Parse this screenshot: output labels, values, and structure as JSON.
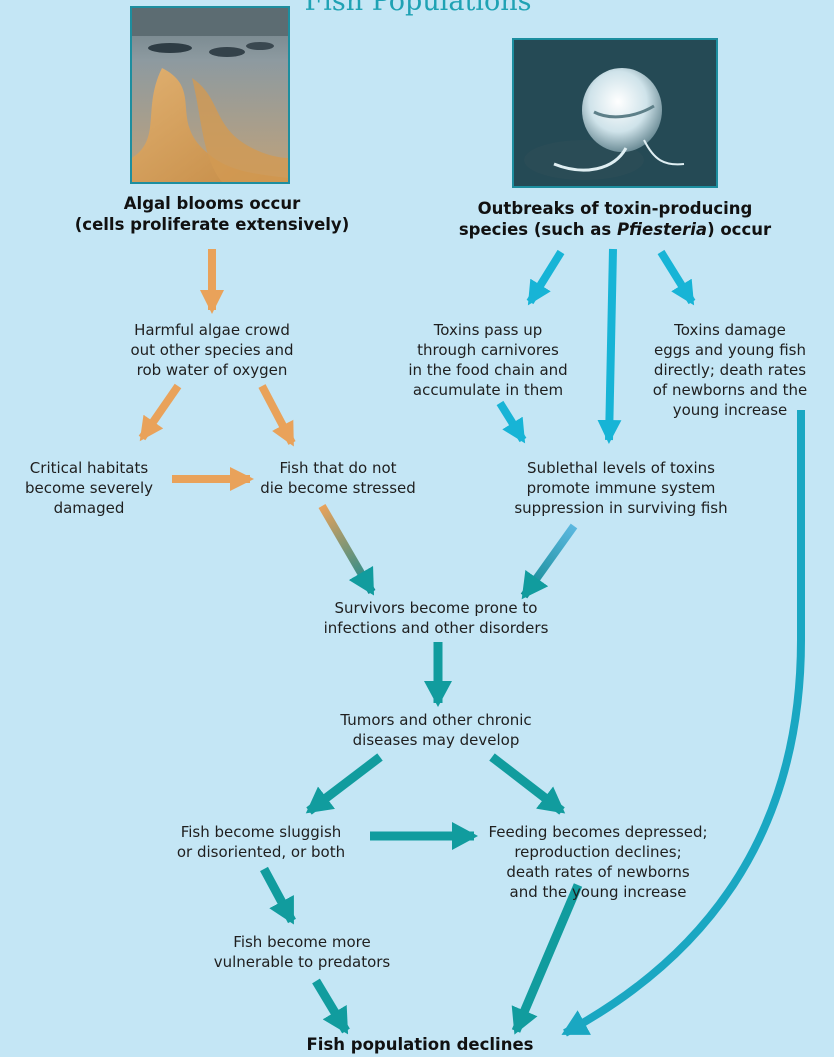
{
  "header": {
    "title": "Fish Populations"
  },
  "images": {
    "left": {
      "icon": "algal-bloom-photo"
    },
    "right": {
      "icon": "pfiesteria-microscope-photo"
    }
  },
  "nodes": {
    "algal_blooms": {
      "lines": [
        "Algal blooms occur",
        "(cells proliferate extensively)"
      ]
    },
    "toxin_outbreaks": {
      "line1": "Outbreaks of toxin-producing",
      "line2_pre": "species (such as ",
      "line2_italic": "Pfiesteria",
      "line2_post": ") occur"
    },
    "harmful_algae": {
      "lines": [
        "Harmful algae crowd",
        "out other species and",
        "rob water of oxygen"
      ]
    },
    "toxins_pass": {
      "lines": [
        "Toxins pass up",
        "through carnivores",
        "in the food chain and",
        "accumulate in them"
      ]
    },
    "toxins_damage": {
      "lines": [
        "Toxins damage",
        "eggs and young fish",
        "directly; death rates",
        "of newborns and the",
        "young increase"
      ]
    },
    "critical_habitats": {
      "lines": [
        "Critical habitats",
        "become severely",
        "damaged"
      ]
    },
    "fish_stressed": {
      "lines": [
        "Fish that do not",
        "die become stressed"
      ]
    },
    "sublethal": {
      "lines": [
        "Sublethal levels of toxins",
        "promote immune system",
        "suppression in surviving fish"
      ]
    },
    "survivors": {
      "lines": [
        "Survivors become prone to",
        "infections and other disorders"
      ]
    },
    "tumors": {
      "lines": [
        "Tumors and other chronic",
        "diseases may develop"
      ]
    },
    "sluggish": {
      "lines": [
        "Fish become sluggish",
        "or disoriented, or both"
      ]
    },
    "feeding": {
      "lines": [
        "Feeding becomes depressed;",
        "reproduction declines;",
        "death rates of newborns",
        "and the young increase"
      ]
    },
    "vulnerable": {
      "lines": [
        "Fish become more",
        "vulnerable to predators"
      ]
    },
    "declines": {
      "lines": [
        "Fish population declines"
      ]
    }
  },
  "colors": {
    "orange": "#e9a25a",
    "cyan": "#17b4d6",
    "teal": "#119c9e",
    "background": "#c4e6f5"
  }
}
